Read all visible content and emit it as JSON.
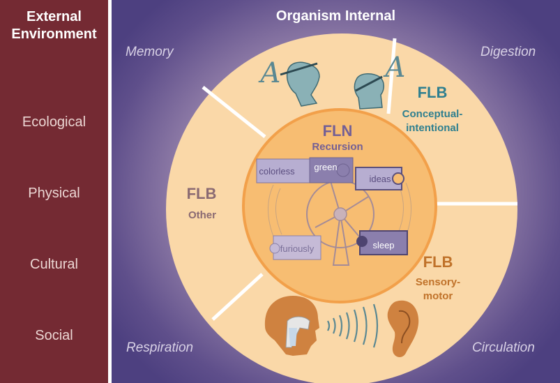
{
  "external": {
    "title_line1": "External",
    "title_line2": "Environment",
    "items": [
      "Ecological",
      "Physical",
      "Cultural",
      "Social"
    ]
  },
  "organism": {
    "title": "Organism Internal",
    "corners": {
      "top_left": "Memory",
      "top_right": "Digestion",
      "bottom_left": "Respiration",
      "bottom_right": "Circulation"
    }
  },
  "flb_conceptual": {
    "title": "FLB",
    "line1": "Conceptual-",
    "line2": "intentional",
    "color": "#2e7f8f"
  },
  "flb_other": {
    "title": "FLB",
    "line1": "Other",
    "color": "#8a6a72"
  },
  "flb_sensory": {
    "title": "FLB",
    "line1": "Sensory-",
    "line2": "motor",
    "color": "#c0722a"
  },
  "fln": {
    "title": "FLN",
    "subtitle": "Recursion",
    "color": "#735f95"
  },
  "puzzle_words": [
    "colorless",
    "green",
    "ideas",
    "furiously",
    "sleep"
  ],
  "handwritten": [
    "A",
    "A"
  ],
  "colors": {
    "left_panel": "#742a33",
    "outer_ring": "#fad8a8",
    "inner_circle": "#f7bd72",
    "divider": "#ffffff",
    "puzzle_light": "#b7aed1",
    "puzzle_dark": "#8b7fad"
  }
}
